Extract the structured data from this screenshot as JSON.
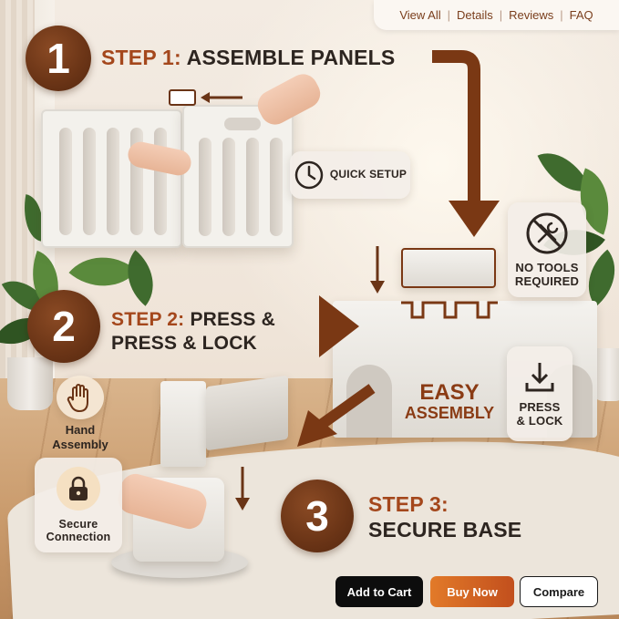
{
  "nav": {
    "items": [
      "View All",
      "Details",
      "Reviews",
      "FAQ"
    ],
    "separator": "|"
  },
  "steps": [
    {
      "number": "1",
      "prefix": "STEP 1:",
      "text": "ASSEMBLE PANELS"
    },
    {
      "number": "2",
      "prefix": "STEP 2:",
      "text_line1": "PRESS &",
      "text_line2": "PRESS & LOCK"
    },
    {
      "number": "3",
      "prefix": "STEP 3:",
      "text": "SECURE BASE"
    }
  ],
  "cards": {
    "quick_setup": "QUICK SETUP",
    "no_tools_line1": "NO TOOLS",
    "no_tools_line2": "REQUIRED",
    "press_lock_line1": "PRESS",
    "press_lock_line2": "& LOCK"
  },
  "features": {
    "hand_line1": "Hand",
    "hand_line2": "Assembly",
    "secure_line1": "Secure",
    "secure_line2": "Connection"
  },
  "center_label": {
    "line1": "EASY",
    "line2": "ASSEMBLY"
  },
  "actions": {
    "add_to_cart": "Add to Cart",
    "buy_now": "Buy Now",
    "compare": "Compare"
  },
  "icons": {
    "quick_setup": "clock-icon",
    "no_tools": "no-tools-icon",
    "press_lock": "download-arrow-icon",
    "hand": "hand-icon",
    "secure": "lock-icon"
  },
  "colors": {
    "brand_brown": "#6a3416",
    "accent": "#a4471c",
    "buy_now": "#d4621f"
  }
}
